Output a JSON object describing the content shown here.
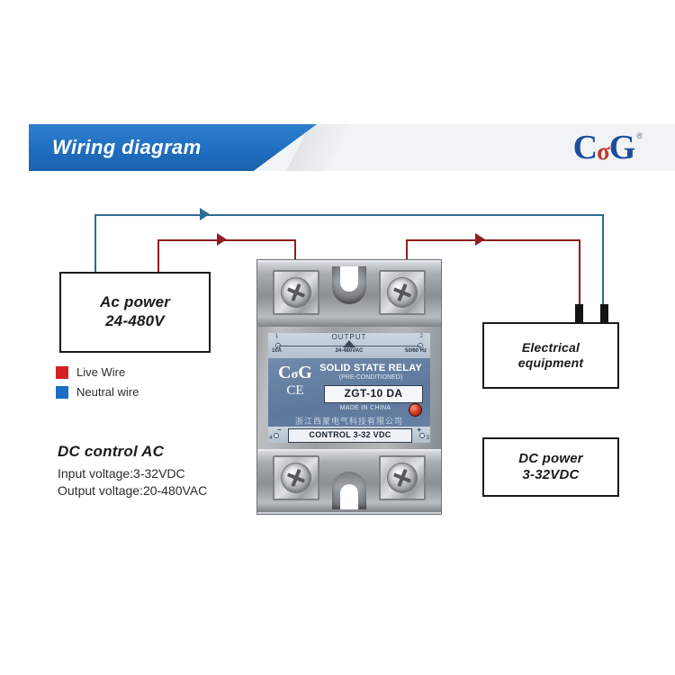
{
  "header": {
    "title": "Wiring diagram",
    "banner_color": "#1f6ec0"
  },
  "brand": {
    "letter_c": "C",
    "letter_o": "σ",
    "letter_g": "G",
    "trademark": "®",
    "blue": "#1b4f9c",
    "red": "#c0392b"
  },
  "boxes": {
    "ac_power": {
      "line1": "Ac power",
      "line2": "24-480V"
    },
    "electrical_equipment": {
      "line1": "Electrical",
      "line2": "equipment"
    },
    "dc_power": {
      "line1": "DC power",
      "line2": "3-32VDC"
    }
  },
  "legend": {
    "items": [
      {
        "label": "Live Wire",
        "color": "#d42020"
      },
      {
        "label": "Neutral wire",
        "color": "#1a6fc4"
      }
    ]
  },
  "spec": {
    "title": "DC control AC",
    "input": "Input voltage:3-32VDC",
    "output": "Output voltage:20-480VAC"
  },
  "wires": {
    "live_color": "#8f1d20",
    "neutral_color": "#2e6d8e"
  },
  "relay": {
    "output_word": "OUTPUT",
    "output_voltage": "24-480VAC",
    "terminal_1_num": "1",
    "terminal_2_num": "2",
    "current_rating": "10A",
    "frequency": "50/60 Hz",
    "title": "SOLID STATE RELAY",
    "subtitle": "(PRE-CONDITIONED)",
    "logo_c": "C",
    "logo_o": "σ",
    "logo_g": "G",
    "ce_mark": "CE",
    "model": "ZGT-10 DA",
    "made_in": "MADE IN CHINA",
    "manufacturer_cn": "浙江西蒙电气科技有限公司",
    "control_text": "CONTROL 3-32 VDC",
    "control_minus": "−",
    "control_plus": "+",
    "terminal_4_num": "4",
    "terminal_3_num": "3"
  }
}
